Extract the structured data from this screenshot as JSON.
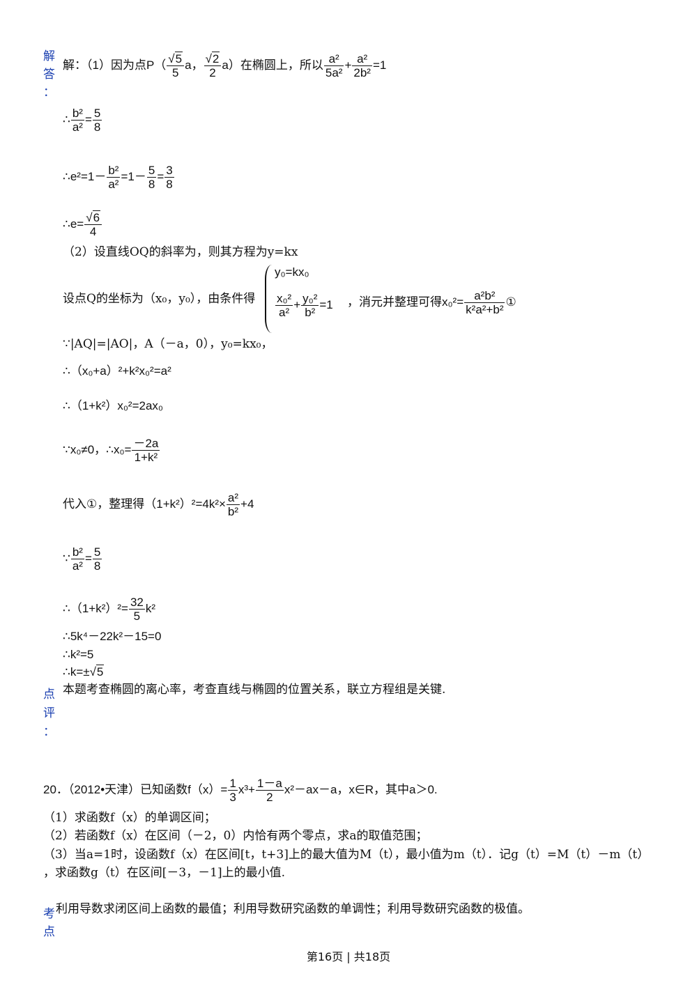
{
  "solution": {
    "label_chars": [
      "解",
      "答",
      "："
    ],
    "line1_prefix": "解：（1）因为点P（",
    "line1_point_mid": "a，",
    "line1_point_end": "a）在椭圆上，所以",
    "line1_tail": "=1",
    "sqrt5": "5",
    "den5": "5",
    "sqrt2": "2",
    "den2": "2",
    "f1_num": "a²",
    "f1_den": "5a²",
    "f2_num": "a²",
    "f2_den": "2b²",
    "s_therefore": "∴",
    "b2": "b²",
    "a2": "a²",
    "five": "5",
    "eight": "8",
    "e2_lhs": "e²=1－",
    "e2_mid": "=1－",
    "e2_eq": "=",
    "three": "3",
    "e_lhs": "e=",
    "sqrt6": "6",
    "four": "4",
    "part2_line": "（2）设直线OQ的斜率为，则其方程为y=kx",
    "setq": "设点Q的坐标为（x₀，y₀），由条件得",
    "sys1": "y₀=kx₀",
    "sys2_a_num": "x₀²",
    "sys2_a_den": "a²",
    "sys2_b_num": "y₀²",
    "sys2_b_den": "b²",
    "plus": "+",
    "eq1": "=1",
    "elim": "，消元并整理可得",
    "x0sq": "x₀²=",
    "elim_num": "a²b²",
    "elim_den": "k²a²+b²",
    "circle1": "①",
    "cond_line": "∵|AQ|=|AO|，A（－a，0），y₀=kx₀，",
    "l_a": "∴（x₀+a）²+k²x₀²=a²",
    "l_b": "∴（1+k²）x₀²=2ax₀",
    "l_c_prefix": "∵x₀≠0，∴x₀=",
    "l_c_num": "－2a",
    "l_c_den": "1+k²",
    "l_d_prefix": "代入①，整理得（1+k²）²=4k²×",
    "l_d_num": "a²",
    "l_d_den": "b²",
    "l_d_tail": "+4",
    "because": "∵",
    "l_f_prefix": "∴（1+k²）²=",
    "l_f_num": "32",
    "l_f_den": "5",
    "l_f_tail": "k²",
    "l_g": "∴5k⁴－22k²－15=0",
    "l_h": "∴k²=5",
    "l_i_prefix": "∴k=±",
    "sqrt5b": "5"
  },
  "comment": {
    "label_chars": [
      "点",
      "评",
      "："
    ],
    "text": "本题考查椭圆的离心率，考查直线与椭圆的位置关系，联立方程组是关键."
  },
  "problem20": {
    "prefix": "20．（2012•天津）已知函数f（x）=",
    "one": "1",
    "three": "3",
    "x3": "x³+",
    "num": "1－a",
    "den": "2",
    "tail": "x²－ax－a，x∈R，其中a＞0.",
    "q1": "（1）求函数f（x）的单调区间；",
    "q2": "（2）若函数f（x）在区间（－2，0）内恰有两个零点，求a的取值范围；",
    "q3a": "（3）当a=1时，设函数f（x）在区间[t，t+3]上的最大值为M（t），最小值为m（t）．记g（t）=M（t）－m（t）",
    "q3b": "，求函数g（t）在区间[－3，－1]上的最小值."
  },
  "kaodian": {
    "label_chars": [
      "考",
      "点"
    ],
    "text": "利用导数求闭区间上函数的最值；利用导数研究函数的单调性；利用导数研究函数的极值。"
  },
  "footer": {
    "text": "第16页 | 共18页"
  }
}
